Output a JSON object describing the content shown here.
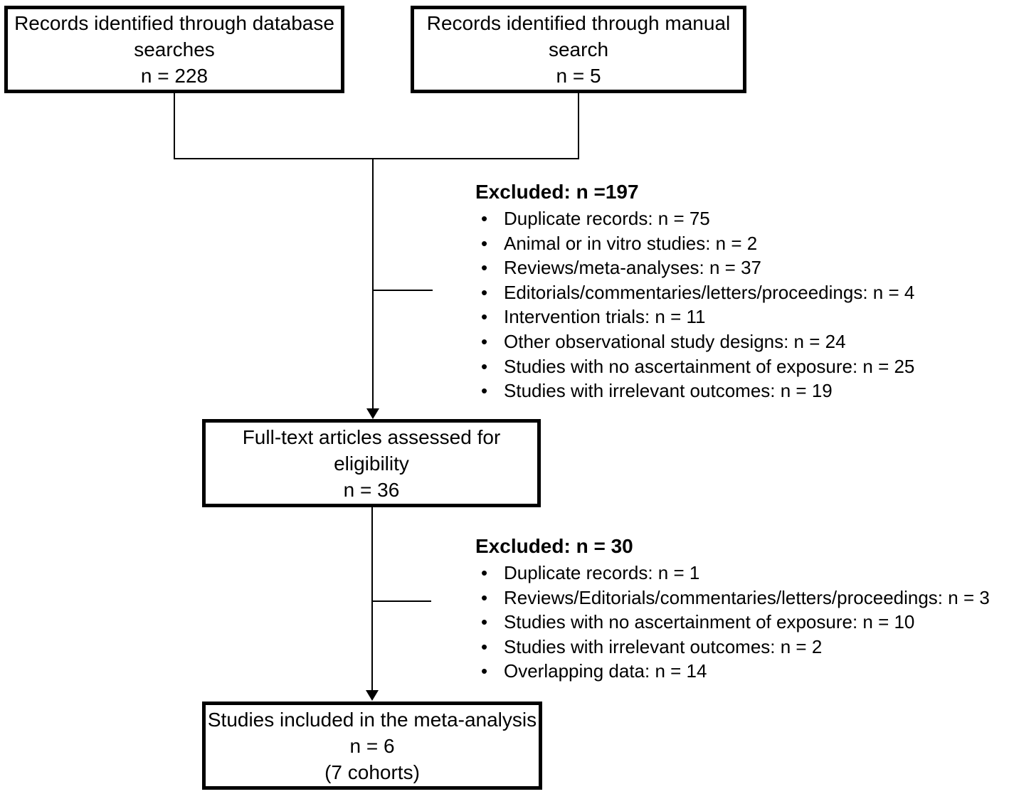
{
  "boxes": {
    "database": {
      "lines": [
        "Records identified through database",
        "searches",
        "n = 228"
      ]
    },
    "manual": {
      "lines": [
        "Records identified through manual",
        "search",
        "n = 5"
      ]
    },
    "fulltext": {
      "lines": [
        "Full-text articles assessed for",
        "eligibility",
        "n = 36"
      ]
    },
    "included": {
      "lines": [
        "Studies included in the meta-analysis",
        "n = 6",
        "(7 cohorts)"
      ]
    }
  },
  "exclusions": [
    {
      "title": "Excluded: n =197",
      "items": [
        "Duplicate records: n = 75",
        "Animal or in vitro studies: n = 2",
        "Reviews/meta-analyses: n = 37",
        "Editorials/commentaries/letters/proceedings: n = 4",
        "Intervention trials: n = 11",
        "Other observational study designs: n = 24",
        "Studies with no ascertainment of exposure: n = 25",
        "Studies with irrelevant outcomes: n = 19"
      ]
    },
    {
      "title": "Excluded: n = 30",
      "items": [
        "Duplicate records: n = 1",
        "Reviews/Editorials/commentaries/letters/proceedings: n = 3",
        "Studies with no ascertainment of exposure: n = 10",
        "Studies with irrelevant outcomes: n = 2",
        "Overlapping data: n = 14"
      ]
    }
  ],
  "glyphs": {
    "bullet": "•"
  },
  "colors": {
    "ink": "#000000",
    "background": "#ffffff"
  }
}
